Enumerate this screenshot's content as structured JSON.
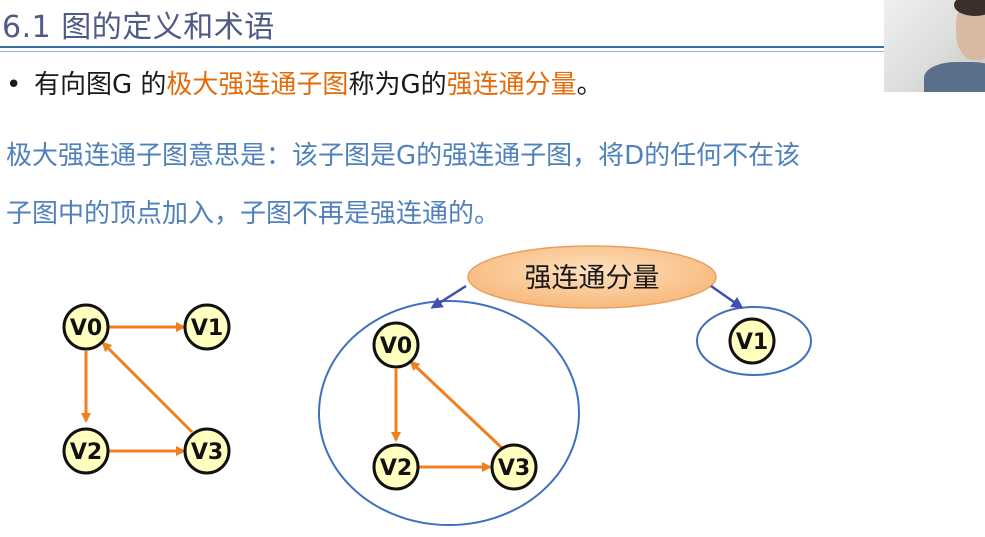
{
  "slide": {
    "title": "6.1 图的定义和术语"
  },
  "bullet": {
    "marker": "•",
    "part1": "有向图G 的",
    "part2": "极大强连通子图",
    "part3": "称为G的",
    "part4": "强连通分量",
    "part5": "。"
  },
  "description": {
    "line1": "极大强连通子图意思是：该子图是G的强连通子图，将D的任何不在该",
    "line2": "子图中的顶点加入，子图不再是强连通的。"
  },
  "left_graph": {
    "nodes": [
      "V0",
      "V1",
      "V2",
      "V3"
    ]
  },
  "right_graph": {
    "callout": "强连通分量",
    "component_a_nodes": [
      "V0",
      "V2",
      "V3"
    ],
    "component_b_nodes": [
      "V1"
    ]
  },
  "colors": {
    "title": "#4f5a87",
    "rule": "#3b6ea5",
    "highlight": "#e36c0a",
    "description": "#4f81bd",
    "node_fill": "#ffffc0",
    "edge": "#f07f1f",
    "ellipse_stroke": "#3f6fc0",
    "callout_fill": "#fbc893",
    "callout_arrow": "#3f4fb0"
  }
}
